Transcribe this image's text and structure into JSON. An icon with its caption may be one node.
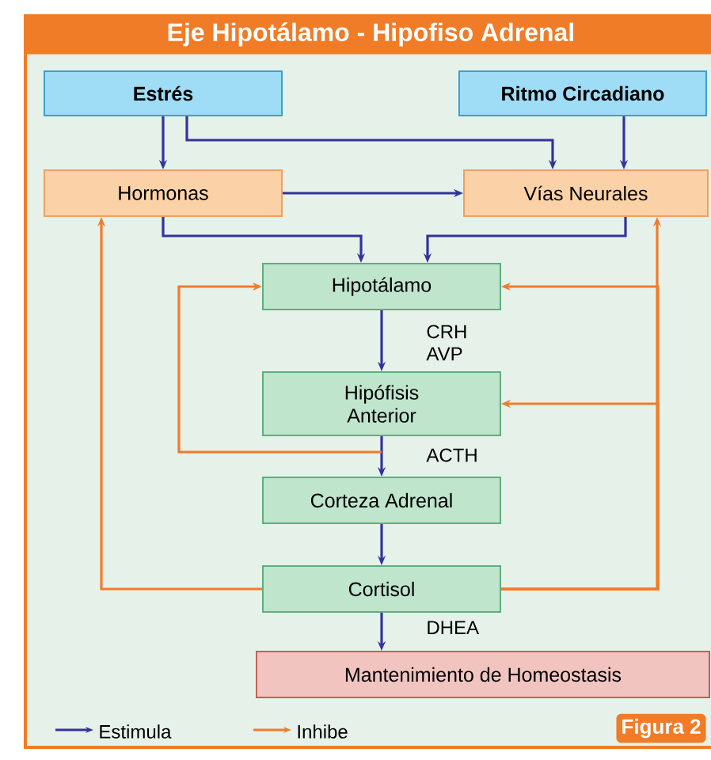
{
  "diagram": {
    "title": "Eje Hipotálamo - Hipofiso Adrenal",
    "nodes": [
      {
        "text": [
          "Estrés"
        ]
      },
      {
        "text": [
          "Ritmo Circadiano"
        ]
      },
      {
        "text": [
          "Hormonas"
        ]
      },
      {
        "text": [
          "Vías Neurales"
        ]
      },
      {
        "text": [
          "Hipotálamo"
        ]
      },
      {
        "text": [
          "Hipófisis Anterior"
        ]
      },
      {
        "text": [
          "Corteza Adrenal"
        ]
      },
      {
        "text": [
          "Cortisol"
        ]
      },
      {
        "text": [
          "Mantenimiento de Homeostasis"
        ]
      }
    ],
    "edges": [
      {
        "from": 0,
        "to": 2,
        "arrow": "to"
      },
      {
        "from": 0,
        "to": 3,
        "arrow": "to"
      },
      {
        "from": 1,
        "to": 3,
        "arrow": "to"
      },
      {
        "from": 2,
        "to": 3,
        "arrow": "to"
      },
      {
        "from": 2,
        "to": 4,
        "arrow": "to"
      },
      {
        "from": 3,
        "to": 4,
        "arrow": "to"
      },
      {
        "from": 4,
        "to": 5,
        "arrow": "to",
        "label": "CRH AVP"
      },
      {
        "from": 5,
        "to": 6,
        "arrow": "to",
        "label": "ACTH"
      },
      {
        "from": 6,
        "to": 7,
        "arrow": "to"
      },
      {
        "from": 7,
        "to": 8,
        "arrow": "to",
        "label": "DHEA"
      },
      {
        "from": 7,
        "to": 2,
        "arrow": "to",
        "color": "#f07c28"
      },
      {
        "from": 7,
        "to": 3,
        "arrow": "to",
        "color": "#f07c28"
      },
      {
        "from": 7,
        "to": 4,
        "arrow": "to",
        "color": "#f07c28"
      },
      {
        "from": 7,
        "to": 5,
        "arrow": "to",
        "color": "#f07c28"
      },
      {
        "from": 5,
        "to": 4,
        "arrow": "to",
        "color": "#f07c28"
      }
    ],
    "labels": [
      "Figura 2"
    ],
    "legend": [
      {
        "text": "Estimula"
      },
      {
        "text": "Inhibe"
      }
    ]
  }
}
